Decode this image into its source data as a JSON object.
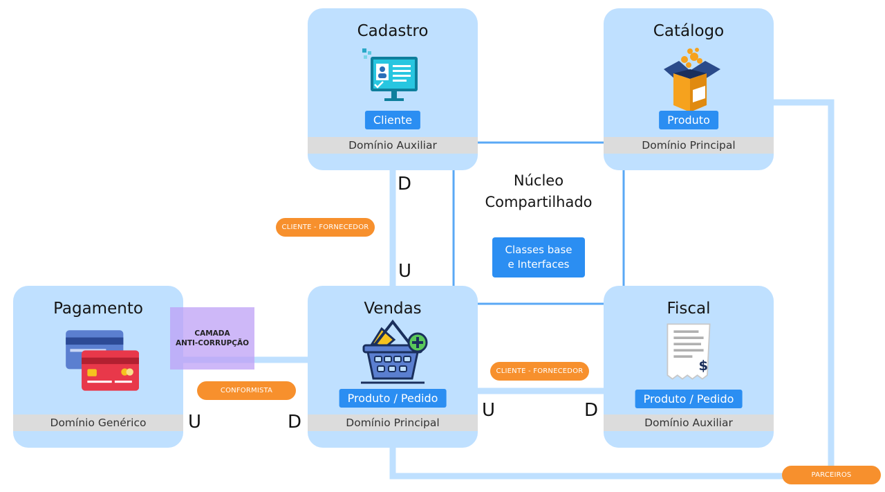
{
  "contexts": {
    "cadastro": {
      "title": "Cadastro",
      "entity": "Cliente",
      "domain": "Domínio Auxiliar",
      "icon": "customer-registry-monitor-icon"
    },
    "catalogo": {
      "title": "Catálogo",
      "entity": "Produto",
      "domain": "Domínio Principal",
      "icon": "product-box-icon"
    },
    "pagamento": {
      "title": "Pagamento",
      "entity": "",
      "domain": "Domínio Genérico",
      "icon": "credit-cards-icon"
    },
    "vendas": {
      "title": "Vendas",
      "entity": "Produto / Pedido",
      "domain": "Domínio Principal",
      "icon": "shopping-basket-icon"
    },
    "fiscal": {
      "title": "Fiscal",
      "entity": "Produto / Pedido",
      "domain": "Domínio Auxiliar",
      "icon": "receipt-invoice-icon"
    }
  },
  "shared_kernel": {
    "title_line1": "Núcleo",
    "title_line2": "Compartilhado",
    "box_line1": "Classes base",
    "box_line2": "e Interfaces"
  },
  "relationships": {
    "cadastro_vendas": "CLIENTE - FORNECEDOR",
    "vendas_fiscal": "CLIENTE - FORNECEDOR",
    "pagamento_vendas": "CONFORMISTA",
    "partners": "PARCEIROS",
    "acl_line1": "CAMADA",
    "acl_line2": "ANTI-CORRUPÇÃO"
  },
  "markers": {
    "downstream": "D",
    "upstream": "U"
  },
  "colors": {
    "context_bg": "#bfe0ff",
    "line": "#bfe0ff",
    "kernel_border": "#5aa8f5",
    "entity_bg": "#2b8ef2",
    "pill_bg": "#f7902d",
    "acl_bg": "#c7a8f5"
  }
}
